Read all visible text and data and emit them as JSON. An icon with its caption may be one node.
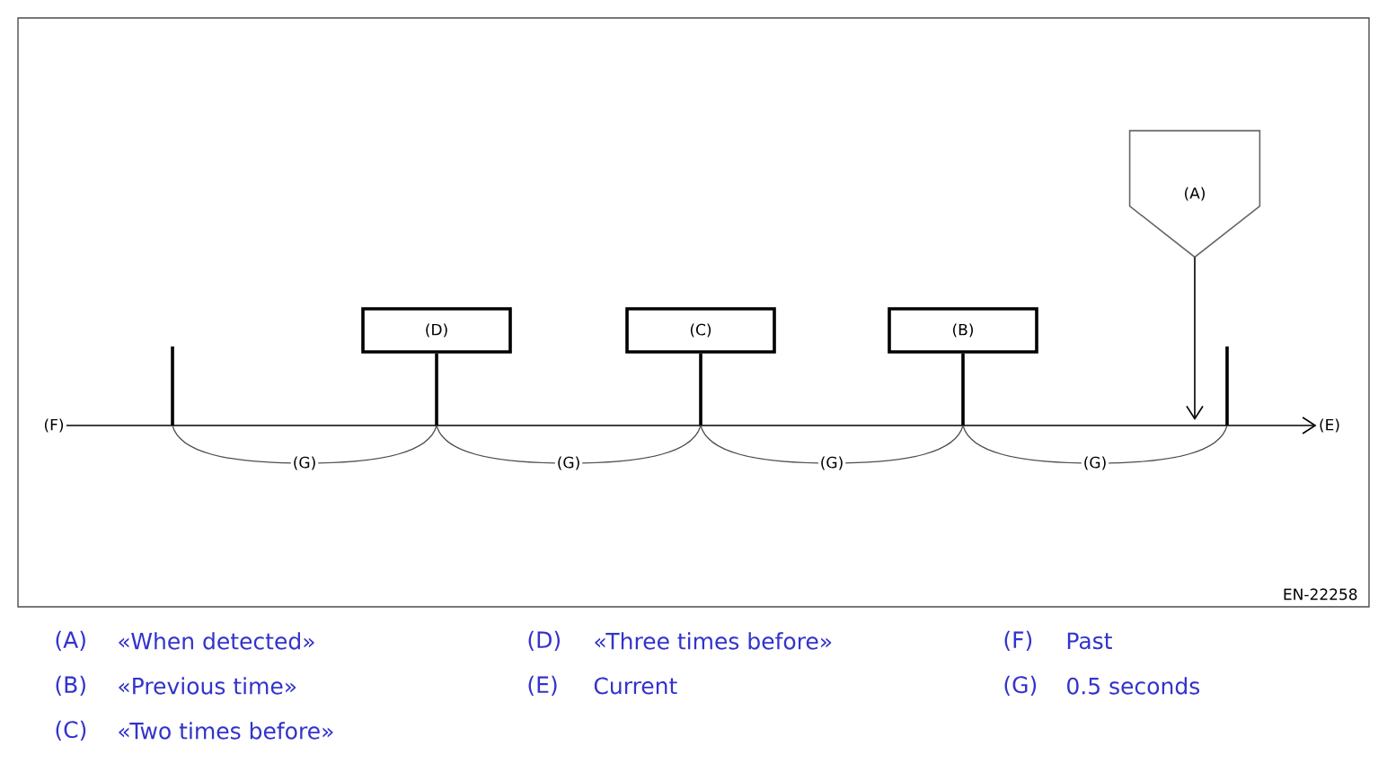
{
  "diagram": {
    "nodes": [
      {
        "text": [
          "(D)"
        ]
      },
      {
        "text": [
          "(C)"
        ]
      },
      {
        "text": [
          "(B)"
        ]
      },
      {
        "text": [
          "(A)"
        ]
      },
      {
        "text": [
          "(F)"
        ]
      },
      {
        "text": [
          "(E)"
        ]
      }
    ],
    "edges": [
      {
        "from": 4,
        "to": 5,
        "arrow": "to"
      },
      {
        "from": 3,
        "to": null,
        "arrow": "to"
      }
    ],
    "labels": [
      "(G)",
      "(G)",
      "(G)",
      "(G)",
      "EN-22258",
      "(A)",
      "«When detected»",
      "(D)",
      "«Three times before»",
      "(F)",
      "Past",
      "(B)",
      "«Previous time»",
      "(E)",
      "Current",
      "(G)",
      "0.5 seconds",
      "(C)",
      "«Two times before»"
    ]
  }
}
